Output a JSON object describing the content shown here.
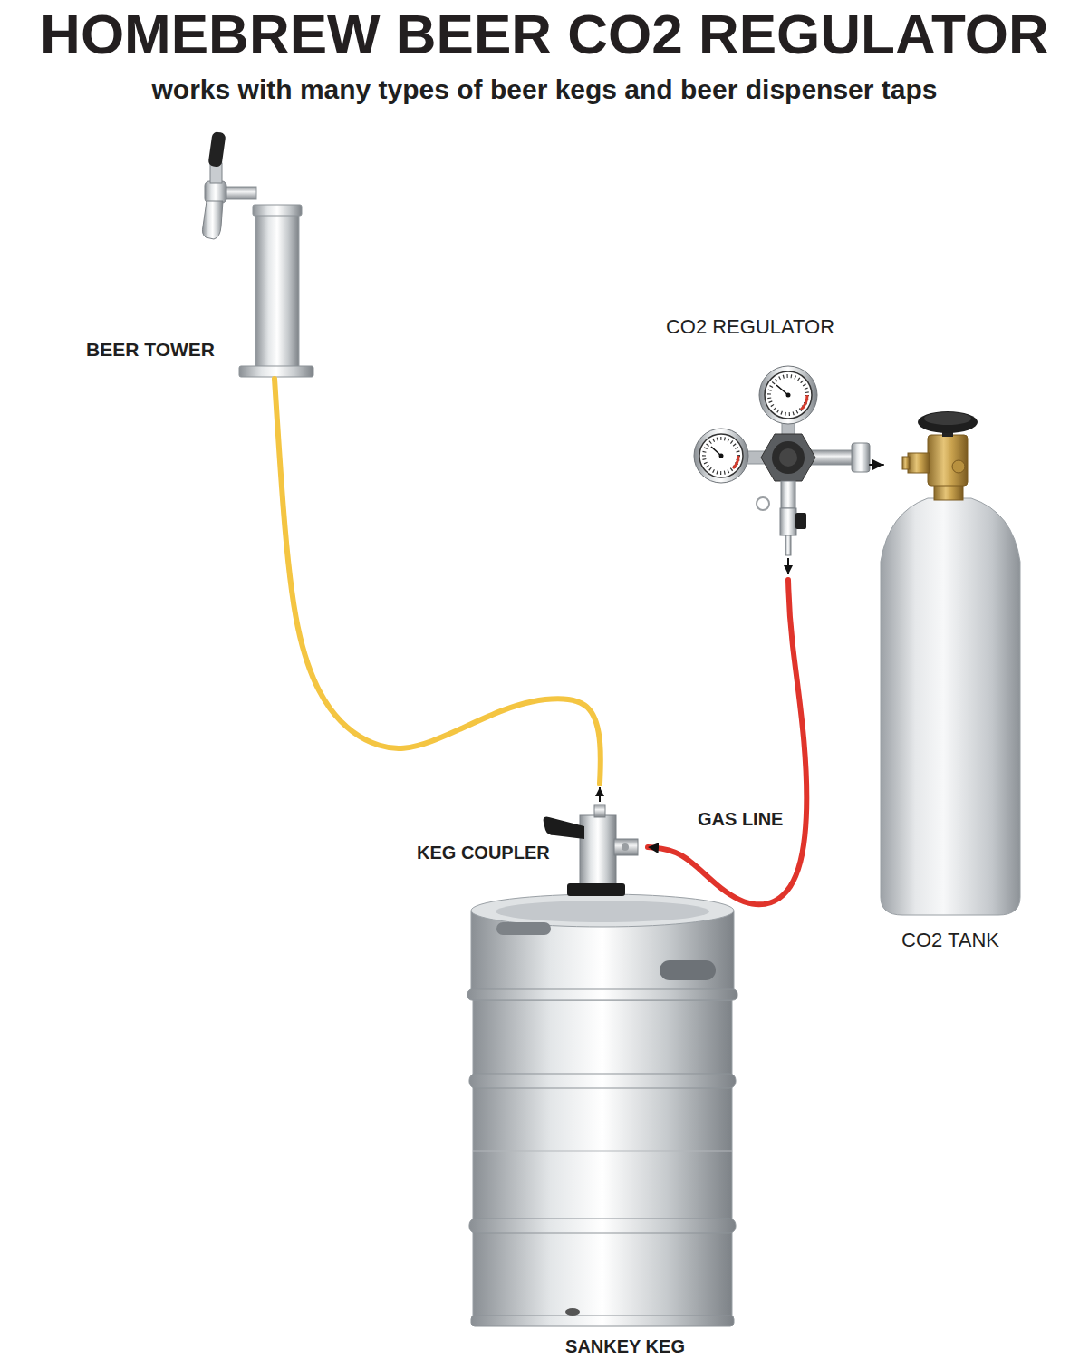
{
  "diagram": {
    "title": "HOMEBREW BEER CO2 REGULATOR",
    "nodes": [
      {
        "text": [
          "BEER TOWER"
        ]
      },
      {
        "text": [
          "CO2 REGULATOR"
        ]
      },
      {
        "text": [
          "KEG COUPLER"
        ]
      },
      {
        "text": [
          "CO2 TANK"
        ]
      },
      {
        "text": [
          "SANKEY KEG"
        ]
      }
    ],
    "edges": [
      {
        "from": 2,
        "to": 0,
        "arrow": "none"
      },
      {
        "from": 1,
        "to": 3,
        "arrow": "to"
      },
      {
        "from": 1,
        "to": 2,
        "label": "GAS LINE",
        "arrow": "to"
      }
    ],
    "labels": [
      "works with many types of beer kegs and beer dispenser taps"
    ]
  }
}
